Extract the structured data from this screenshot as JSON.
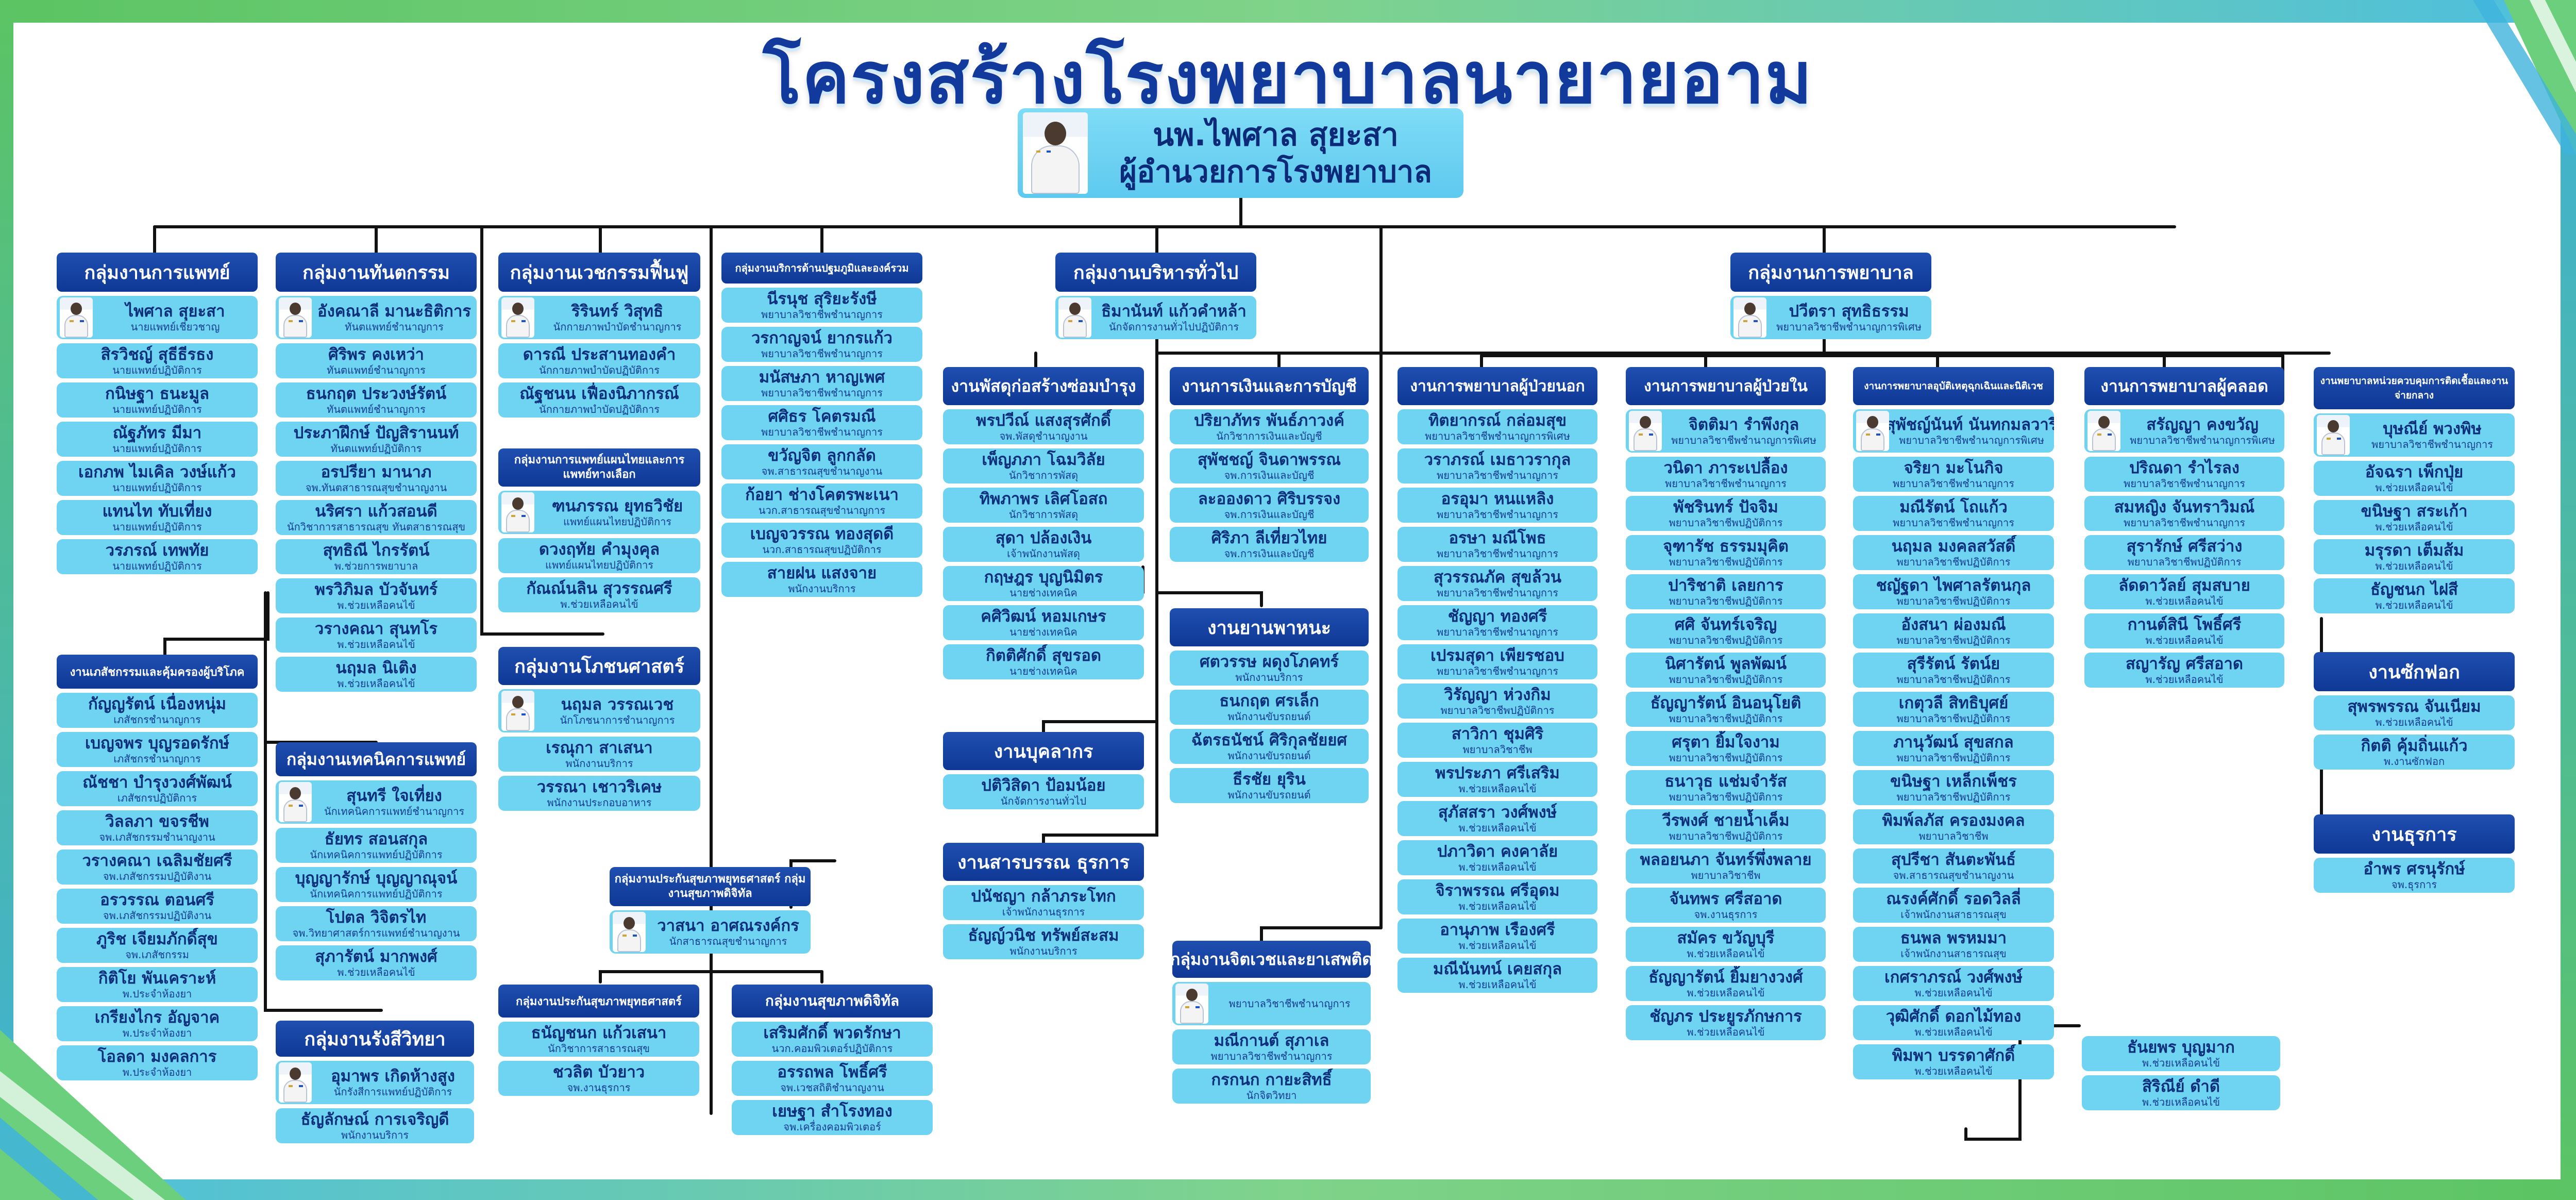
{
  "title": "โครงสร้างโรงพยาบาลนายายอาม",
  "director": {
    "name": "นพ.ไพศาล  สุยะสา",
    "position": "ผู้อำนวยการโรงพยาบาล"
  },
  "colors": {
    "header": "#1549b0",
    "card": "#6fd3f2",
    "title": "#123a9c"
  },
  "groups": [
    {
      "id": "medical",
      "title": "กลุ่มงานการแพทย์",
      "members": [
        {
          "name": "ไพศาล  สุยะสา",
          "position": "นายแพทย์เชี่ยวชาญ",
          "photo": true
        },
        {
          "name": "สิรวิชญ์  สุธีธีรธง",
          "position": "นายแพทย์ปฏิบัติการ"
        },
        {
          "name": "กนิษฐา  ธนะมูล",
          "position": "นายแพทย์ปฏิบัติการ"
        },
        {
          "name": "ณัฐภัทร  มีมา",
          "position": "นายแพทย์ปฏิบัติการ"
        },
        {
          "name": "เอกภพ  ไมเคิล  วงษ์แก้ว",
          "position": "นายแพทย์ปฏิบัติการ"
        },
        {
          "name": "แทนไท  ทับเที่ยง",
          "position": "นายแพทย์ปฏิบัติการ"
        },
        {
          "name": "วรภรณ์  เทพทัย",
          "position": "นายแพทย์ปฏิบัติการ"
        }
      ]
    },
    {
      "id": "pharmacy",
      "title": "งานเภสัชกรรมและคุ้มครองผู้บริโภค",
      "members": [
        {
          "name": "กัญญรัตน์  เนื่องหนุ่ม",
          "position": "เภสัชกรชำนาญการ"
        },
        {
          "name": "เบญจพร  บุญรอดรักษ์",
          "position": "เภสัชกรชำนาญการ"
        },
        {
          "name": "ณัชชา  บำรุงวงศ์พัฒน์",
          "position": "เภสัชกรปฏิบัติการ"
        },
        {
          "name": "วิลลภา  ขจรชีพ",
          "position": "จพ.เภสัชกรรมชำนาญงาน"
        },
        {
          "name": "วรางคณา  เฉลิมชัยศรี",
          "position": "จพ.เภสัชกรรมปฏิบัติงาน"
        },
        {
          "name": "อรวรรณ  ตอนศรี",
          "position": "จพ.เภสัชกรรมปฏิบัติงาน"
        },
        {
          "name": "ภูริช  เจียมภักดิ์สุข",
          "position": "จพ.เภสัชกรรม"
        },
        {
          "name": "กิติโย  พันเคราะห์",
          "position": "พ.ประจำห้องยา"
        },
        {
          "name": "เกรียงไกร  อัญจาค",
          "position": "พ.ประจำห้องยา"
        },
        {
          "name": "โอลดา  มงคลการ",
          "position": "พ.ประจำห้องยา"
        }
      ]
    },
    {
      "id": "dental",
      "title": "กลุ่มงานทันตกรรม",
      "members": [
        {
          "name": "อังคณาลี  มานะธิติการ",
          "position": "ทันตแพทย์ชำนาญการ",
          "photo": true
        },
        {
          "name": "ศิริพร  คงเหว่า",
          "position": "ทันตแพทย์ชำนาญการ"
        },
        {
          "name": "ธนกฤต  ประวงษ์รัตน์",
          "position": "ทันตแพทย์ชำนาญการ"
        },
        {
          "name": "ประภาฝึกษ์  ปัญสิรานนท์",
          "position": "ทันตแพทย์ปฏิบัติการ"
        },
        {
          "name": "อรปรียา  มานาภ",
          "position": "จพ.ทันตสาธารณสุขชำนาญงาน"
        },
        {
          "name": "นริศรา  แก้วสอนดี",
          "position": "นักวิชาการสาธารณสุข ทันตสาธารณสุข"
        },
        {
          "name": "สุทธิณี  ไกรรัตน์",
          "position": "พ.ช่วยการพยาบาล"
        },
        {
          "name": "พรวิภิมล  บัวจันทร์",
          "position": "พ.ช่วยเหลือคนไข้"
        },
        {
          "name": "วรางคณา  สุนทโร",
          "position": "พ.ช่วยเหลือคนไข้"
        },
        {
          "name": "นฤมล  นิเติง",
          "position": "พ.ช่วยเหลือคนไข้"
        }
      ]
    },
    {
      "id": "lab",
      "title": "กลุ่มงานเทคนิคการแพทย์",
      "members": [
        {
          "name": "สุนทรี  ใจเที่ยง",
          "position": "นักเทคนิคการแพทย์ชำนาญการ",
          "photo": true
        },
        {
          "name": "ธัยทร  สอนสกุล",
          "position": "นักเทคนิคการแพทย์ปฏิบัติการ"
        },
        {
          "name": "บุญญารักษ์  บุญญาณุจน์",
          "position": "นักเทคนิคการแพทย์ปฏิบัติการ"
        },
        {
          "name": "โปตล  วิจิตรไท",
          "position": "จพ.วิทยาศาสตร์การแพทย์ชำนาญงาน"
        },
        {
          "name": "สุภารัตน์  มากพงศ์",
          "position": "พ.ช่วยเหลือคนไข้"
        }
      ]
    },
    {
      "id": "radio",
      "title": "กลุ่มงานรังสีวิทยา",
      "members": [
        {
          "name": "อุมาพร  เกิดห้างสูง",
          "position": "นักรังสีการแพทย์ปฏิบัติการ",
          "photo": true
        },
        {
          "name": "ธัญลักษณ์  การเจริญดี",
          "position": "พนักงานบริการ"
        }
      ]
    },
    {
      "id": "rehab",
      "title": "กลุ่มงานเวชกรรมฟื้นฟู",
      "members": [
        {
          "name": "ริรินทร์  วิสุทธิ",
          "position": "นักกายภาพบำบัดชำนาญการ",
          "photo": true
        },
        {
          "name": "ดารณี  ประสานทองคำ",
          "position": "นักกายภาพบำบัดปฏิบัติการ"
        },
        {
          "name": "ณัฐชนน  เฟื่องนิภากรณ์",
          "position": "นักกายภาพบำบัดปฏิบัติการ"
        }
      ]
    },
    {
      "id": "thaimed",
      "title": "กลุ่มงานการแพทย์แผนไทยและการแพทย์ทางเลือก",
      "members": [
        {
          "name": "ฑนภรรณ  ยุทธวิชัย",
          "position": "แพทย์แผนไทยปฏิบัติการ",
          "photo": true
        },
        {
          "name": "ดวงฤทัย  คำมุงคุล",
          "position": "แพทย์แผนไทยปฏิบัติการ"
        },
        {
          "name": "กัณณ์นลิน  สุวรรณศรี",
          "position": "พ.ช่วยเหลือคนไข้"
        }
      ]
    },
    {
      "id": "nutrition",
      "title": "กลุ่มงานโภชนศาสตร์",
      "members": [
        {
          "name": "นฤมล  วรรณเวช",
          "position": "นักโภชนาการชำนาญการ",
          "photo": true
        },
        {
          "name": "เรณุกา  สาเสนา",
          "position": "พนักงานบริการ"
        },
        {
          "name": "วรรณา  เชาวริเคษ",
          "position": "พนักงานประกอบอาหาร"
        }
      ]
    },
    {
      "id": "community",
      "title": "กลุ่มงานบริการด้านปฐมภูมิและองค์รวม",
      "members": [
        {
          "name": "นีรนุช  สุริยะรังษี",
          "position": "พยาบาลวิชาชีพชำนาญการ"
        },
        {
          "name": "วรกาญจน์  ยากรแก้ว",
          "position": "พยาบาลวิชาชีพชำนาญการ"
        },
        {
          "name": "มนัสษภา  หาญเพศ",
          "position": "พยาบาลวิชาชีพชำนาญการ"
        },
        {
          "name": "ศศิธร  โคตรมณี",
          "position": "พยาบาลวิชาชีพชำนาญการ"
        },
        {
          "name": "ขวัญจิต  ลูกกลัด",
          "position": "จพ.สาธารณสุขชำนาญงาน"
        },
        {
          "name": "ก้อยา  ช่างโคตรพะเนา",
          "position": "นวก.สาธารณสุขชำนาญการ"
        },
        {
          "name": "เบญจวรรณ  ทองสุดดี",
          "position": "นวก.สาธารณสุขปฏิบัติการ"
        },
        {
          "name": "สายฝน  แสงจาย",
          "position": "พนักงานบริการ"
        }
      ]
    },
    {
      "id": "digital_parent",
      "title": "กลุ่มงานประกันสุขภาพยุทธศาสตร์ กลุ่มงานสุขภาพดิจิทัล",
      "members": [
        {
          "name": "วาสนา  อาศณรงค์กร",
          "position": "นักสาธารณสุขชำนาญการ",
          "photo": true
        }
      ]
    },
    {
      "id": "insurance",
      "title": "กลุ่มงานประกันสุขภาพยุทธศาสตร์",
      "members": [
        {
          "name": "ธนัญชนก  แก้วเสนา",
          "position": "นักวิชาการสาธารณสุข"
        },
        {
          "name": "ชวลิต  บัวยาว",
          "position": "จพ.งานธุรการ"
        }
      ]
    },
    {
      "id": "digital",
      "title": "กลุ่มงานสุขภาพดิจิทัล",
      "members": [
        {
          "name": "เสริมศักดิ์  พวดรักษา",
          "position": "นวก.คอมพิวเตอร์ปฏิบัติการ"
        },
        {
          "name": "อรรถพล  โพธิ์ศรี",
          "position": "จพ.เวชสถิติชำนาญงาน"
        },
        {
          "name": "เยษฐา  สำโรงทอง",
          "position": "จพ.เครื่องคอมพิวเตอร์"
        }
      ]
    },
    {
      "id": "admin",
      "title": "กลุ่มงานบริหารทั่วไป",
      "members": [
        {
          "name": "ธิมานันท์  แก้วคำหล้า",
          "position": "นักจัดการงานทั่วไปปฏิบัติการ",
          "photo": true
        }
      ]
    },
    {
      "id": "supply",
      "title": "งานพัสดุก่อสร้างซ่อมบำรุง",
      "members": [
        {
          "name": "พรปวีณ์  แสงสุรศักดิ์",
          "position": "จพ.พัสดุชำนาญงาน"
        },
        {
          "name": "เพ็ญภภา  โฉมวิลัย",
          "position": "นักวิชาการพัสดุ"
        },
        {
          "name": "ทิพภาพร  เลิศโอสถ",
          "position": "นักวิชาการพัสดุ"
        },
        {
          "name": "สุดา  ปล้องเงิน",
          "position": "เจ้าพนักงานพัสดุ"
        },
        {
          "name": "กฤษฎร  บุญนิมิตร",
          "position": "นายช่างเทคนิค"
        },
        {
          "name": "คศิวิฒน์  หอมเกษร",
          "position": "นายช่างเทคนิค"
        },
        {
          "name": "กิตติศักดิ์  สุขรอด",
          "position": "นายช่างเทคนิค"
        }
      ]
    },
    {
      "id": "hr",
      "title": "งานบุคลากร",
      "members": [
        {
          "name": "ปติวิสิดา  ป้อมน้อย",
          "position": "นักจัดการงานทั่วไป"
        }
      ]
    },
    {
      "id": "docs",
      "title": "งานสารบรรณ ธุรการ",
      "members": [
        {
          "name": "ปนัชญา  กล้าภระโทก",
          "position": "เจ้าพนักงานธุรการ"
        },
        {
          "name": "ธัญญ์วนิช  ทรัพย์สะสม",
          "position": "พนักงานบริการ"
        }
      ]
    },
    {
      "id": "finance",
      "title": "งานการเงินและการบัญชี",
      "members": [
        {
          "name": "ปริยาภัทร  พันธ์ภาวงค์",
          "position": "นักวิชาการเงินและบัญชี"
        },
        {
          "name": "สุพัชชญ์  จินดาพรรณ",
          "position": "จพ.การเงินและบัญชี"
        },
        {
          "name": "ละอองดาว  ศิริบรรจง",
          "position": "จพ.การเงินและบัญชี"
        },
        {
          "name": "ศิริภา  ลีเที่ยวไทย",
          "position": "จพ.การเงินและบัญชี"
        }
      ]
    },
    {
      "id": "vehicle",
      "title": "งานยานพาหนะ",
      "members": [
        {
          "name": "ศตวรรษ  ผดุงโภคทร์",
          "position": "พนักงานบริการ"
        },
        {
          "name": "ธนกฤต  ศรเล็ก",
          "position": "พนักงานขับรถยนต์"
        },
        {
          "name": "ฉัตรธนัชน์  ศิริกุลชัยยศ",
          "position": "พนักงานขับรถยนต์"
        },
        {
          "name": "ธีรชัย  ยุริน",
          "position": "พนักงานขับรถยนต์"
        }
      ]
    },
    {
      "id": "psych",
      "title": "กลุ่มงานจิตเวชและยาเสพติด",
      "members": [
        {
          "name": "",
          "position": "พยาบาลวิชาชีพชำนาญการ",
          "photo": true
        },
        {
          "name": "มณีกานต์  สุภาเล",
          "position": "พยาบาลวิชาชีพชำนาญการ"
        },
        {
          "name": "กรกนก  กายะสิทธิ์",
          "position": "นักจิตวิทยา"
        }
      ]
    },
    {
      "id": "nursing",
      "title": "กลุ่มงานการพยาบาล",
      "members": [
        {
          "name": "ปวีตรา  สุทธิธรรม",
          "position": "พยาบาลวิชาชีพชำนาญการพิเศษ",
          "photo": true
        }
      ]
    },
    {
      "id": "opd",
      "title": "งานการพยาบาลผู้ป่วยนอก",
      "members": [
        {
          "name": "ทิตยากรณ์  กล่อมสุข",
          "position": "พยาบาลวิชาชีพชำนาญการพิเศษ"
        },
        {
          "name": "วราภรณ์  เมธาวรากุล",
          "position": "พยาบาลวิชาชีพชำนาญการ"
        },
        {
          "name": "อรอุมา  หนแหลิง",
          "position": "พยาบาลวิชาชีพชำนาญการ"
        },
        {
          "name": "อรษา  มณีโพธ",
          "position": "พยาบาลวิชาชีพชำนาญการ"
        },
        {
          "name": "สุวรรณภัค  สุขล้วน",
          "position": "พยาบาลวิชาชีพชำนาญการ"
        },
        {
          "name": "ชัญญา  ทองศรี",
          "position": "พยาบาลวิชาชีพชำนาญการ"
        },
        {
          "name": "เปรมสุดา  เพียรชอบ",
          "position": "พยาบาลวิชาชีพชำนาญการ"
        },
        {
          "name": "วิรัญญา  ห่วงกิม",
          "position": "พยาบาลวิชาชีพปฏิบัติการ"
        },
        {
          "name": "สาวิกา  ชุมศิริ",
          "position": "พยาบาลวิชาชีพ"
        },
        {
          "name": "พรประภา  ศรีเสริม",
          "position": "พ.ช่วยเหลือคนไข้"
        },
        {
          "name": "สุภัสสรา  วงศ์พงษ์",
          "position": "พ.ช่วยเหลือคนไข้"
        },
        {
          "name": "ปภาวิดา  คงคาลัย",
          "position": "พ.ช่วยเหลือคนไข้"
        },
        {
          "name": "จิราพรรณ  ศรีอุดม",
          "position": "พ.ช่วยเหลือคนไข้"
        },
        {
          "name": "อานุภาพ  เรืองศรี",
          "position": "พ.ช่วยเหลือคนไข้"
        },
        {
          "name": "มณีนันทน์  เคยสกุล",
          "position": "พ.ช่วยเหลือคนไข้"
        }
      ]
    },
    {
      "id": "ipd",
      "title": "งานการพยาบาลผู้ป่วยใน",
      "members": [
        {
          "name": "จิตติมา  รำพึงกุล",
          "position": "พยาบาลวิชาชีพชำนาญการพิเศษ",
          "photo": true
        },
        {
          "name": "วนิดา  ภาระเปลื้อง",
          "position": "พยาบาลวิชาชีพชำนาญการ"
        },
        {
          "name": "พัชรินทร์  ปัจจิม",
          "position": "พยาบาลวิชาชีพปฏิบัติการ"
        },
        {
          "name": "จุฑารัช  ธรรมมุคิต",
          "position": "พยาบาลวิชาชีพปฏิบัติการ"
        },
        {
          "name": "ปาริชาติ  เลยการ",
          "position": "พยาบาลวิชาชีพปฏิบัติการ"
        },
        {
          "name": "ศศิ  จันทร์เจริญ",
          "position": "พยาบาลวิชาชีพปฏิบัติการ"
        },
        {
          "name": "นิศารัตน์  พูลพัฒน์",
          "position": "พยาบาลวิชาชีพปฏิบัติการ"
        },
        {
          "name": "ธัญญารัตน์  อินอนุโยติ",
          "position": "พยาบาลวิชาชีพปฏิบัติการ"
        },
        {
          "name": "ศรุตา  ยิ้มใจงาม",
          "position": "พยาบาลวิชาชีพปฏิบัติการ"
        },
        {
          "name": "ธนาวุธ  แช่มจำรัส",
          "position": "พยาบาลวิชาชีพปฏิบัติการ"
        },
        {
          "name": "วีรพงศ์  ชายน้ำเค็ม",
          "position": "พยาบาลวิชาชีพปฏิบัติการ"
        },
        {
          "name": "พลอยนภา  จันทร์พึ่งพลาย",
          "position": "พยาบาลวิชาชีพ"
        },
        {
          "name": "จันทพร  ศรีสอาด",
          "position": "จพ.งานธุรการ"
        },
        {
          "name": "สมัคร  ขวัญบุรี",
          "position": "พ.ช่วยเหลือคนไข้"
        },
        {
          "name": "ธัญญารัตน์  ยิ้มยางวงศ์",
          "position": "พ.ช่วยเหลือคนไข้"
        },
        {
          "name": "ชัญภร  ประยูรภักษการ",
          "position": "พ.ช่วยเหลือคนไข้"
        }
      ]
    },
    {
      "id": "er",
      "title": "งานการพยาบาลอุบัติเหตุฉุกเฉินและนิติเวช",
      "members": [
        {
          "name": "สุพัชญ์นันท์  นันทกมลวารี",
          "position": "พยาบาลวิชาชีพชำนาญการพิเศษ",
          "photo": true
        },
        {
          "name": "จริยา  มะโนกิจ",
          "position": "พยาบาลวิชาชีพชำนาญการ"
        },
        {
          "name": "มณีรัตน์  โถแก้ว",
          "position": "พยาบาลวิชาชีพชำนาญการ"
        },
        {
          "name": "นฤมล  มงคลสวัสดิ์",
          "position": "พยาบาลวิชาชีพปฏิบัติการ"
        },
        {
          "name": "ชญัฐดา  ไพศาลรัตนกุล",
          "position": "พยาบาลวิชาชีพปฏิบัติการ"
        },
        {
          "name": "อังสนา  ผ่องมณี",
          "position": "พยาบาลวิชาชีพปฏิบัติการ"
        },
        {
          "name": "สุรีรัตน์  รัตน์ย",
          "position": "พยาบาลวิชาชีพปฏิบัติการ"
        },
        {
          "name": "เกตุวลี  สิทธิบุศย์",
          "position": "พยาบาลวิชาชีพปฏิบัติการ"
        },
        {
          "name": "ภานุวัฒน์  สุขสกล",
          "position": "พยาบาลวิชาชีพปฏิบัติการ"
        },
        {
          "name": "ขนิษฐา  เหล็กเพ็ชร",
          "position": "พยาบาลวิชาชีพปฏิบัติการ"
        },
        {
          "name": "พิมพ์ลภัส  ครองมงคล",
          "position": "พยาบาลวิชาชีพ"
        },
        {
          "name": "สุปรีชา  สันตะพันธ์",
          "position": "จพ.สาธารณสุขชำนาญงาน"
        },
        {
          "name": "ณรงค์ศักดิ์  รอดวิลลี่",
          "position": "เจ้าพนักงานสาธารณสุข"
        },
        {
          "name": "ธนพล  พรหมมา",
          "position": "เจ้าพนักงานสาธารณสุข"
        },
        {
          "name": "เกศราภรณ์  วงศ์พงษ์",
          "position": "พ.ช่วยเหลือคนไข้"
        },
        {
          "name": "วุฒิศักดิ์  ดอกไม้ทอง",
          "position": "พ.ช่วยเหลือคนไข้"
        },
        {
          "name": "พิมพา  บรรดาศักดิ์",
          "position": "พ.ช่วยเหลือคนไข้"
        }
      ]
    },
    {
      "id": "labor",
      "title": "งานการพยาบาลผู้คลอด",
      "members": [
        {
          "name": "สรัญญา  คงขวัญ",
          "position": "พยาบาลวิชาชีพชำนาญการพิเศษ",
          "photo": true
        },
        {
          "name": "ปริณดา  รำไรลง",
          "position": "พยาบาลวิชาชีพชำนาญการ"
        },
        {
          "name": "สมหญิง  จันทราวิมณ์",
          "position": "พยาบาลวิชาชีพชำนาญการ"
        },
        {
          "name": "สุรารักษ์  ศรีสว่าง",
          "position": "พยาบาลวิชาชีพปฏิบัติการ"
        },
        {
          "name": "ลัดดาวัลย์  สุมสบาย",
          "position": "พ.ช่วยเหลือคนไข้"
        },
        {
          "name": "กานต์สินี  โพธิ์ศรี",
          "position": "พ.ช่วยเหลือคนไข้"
        },
        {
          "name": "สญารัญ  ศรีสอาด",
          "position": "พ.ช่วยเหลือคนไข้"
        }
      ]
    },
    {
      "id": "labor_extra",
      "title": "",
      "members": [
        {
          "name": "ธันยพร  บุญมาก",
          "position": "พ.ช่วยเหลือคนไข้"
        },
        {
          "name": "สิริณีย์  ดำดี",
          "position": "พ.ช่วยเหลือคนไข้"
        }
      ]
    },
    {
      "id": "sterile",
      "title": "งานพยาบาลหน่วยควบคุมการติดเชื้อและงานจ่ายกลาง",
      "members": [
        {
          "name": "บุษณีย์  พวงพิษ",
          "position": "พยาบาลวิชาชีพชำนาญการ",
          "photo": true
        },
        {
          "name": "อัจฉรา  เพ็กปุ่ย",
          "position": "พ.ช่วยเหลือคนไข้"
        },
        {
          "name": "ขนิษฐา  สระเก้า",
          "position": "พ.ช่วยเหลือคนไข้"
        },
        {
          "name": "มรุรดา  เต็มส้ม",
          "position": "พ.ช่วยเหลือคนไข้"
        },
        {
          "name": "ธัญชนก  ไฝสี",
          "position": "พ.ช่วยเหลือคนไข้"
        }
      ]
    },
    {
      "id": "laundry",
      "title": "งานซักฟอก",
      "members": [
        {
          "name": "สุพรพรรณ  จันเนียม",
          "position": "พ.ช่วยเหลือคนไข้"
        },
        {
          "name": "กิตติ  คุ้มถิ่นแก้ว",
          "position": "พ.งานซักฟอก"
        }
      ]
    },
    {
      "id": "clerical",
      "title": "งานธุรการ",
      "members": [
        {
          "name": "อำพร  ศรนุรักษ์",
          "position": "จพ.ธุรการ"
        }
      ]
    }
  ]
}
